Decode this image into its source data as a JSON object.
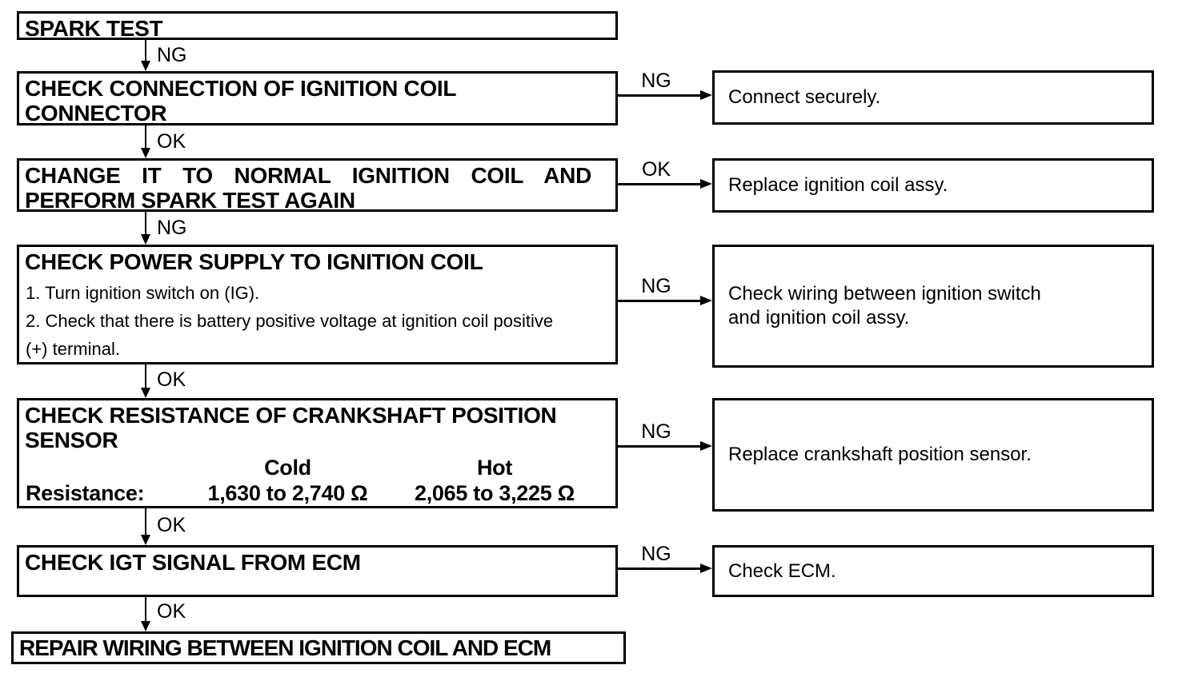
{
  "diagram_title": "SPARK TEST",
  "colors": {
    "line": "#000000",
    "background": "#ffffff",
    "text": "#000000"
  },
  "steps": [
    {
      "title_lines": [
        "SPARK TEST"
      ],
      "down_label": "NG"
    },
    {
      "title_lines": [
        "CHECK CONNECTION OF IGNITION COIL",
        "CONNECTOR"
      ],
      "down_label": "OK",
      "branch": {
        "label": "NG",
        "result_lines": [
          "Connect securely."
        ]
      }
    },
    {
      "title_lines": [
        "CHANGE IT TO NORMAL IGNITION COIL AND",
        "PERFORM SPARK TEST AGAIN"
      ],
      "down_label": "NG",
      "branch": {
        "label": "OK",
        "result_lines": [
          "Replace ignition coil assy."
        ]
      }
    },
    {
      "title_lines": [
        "CHECK POWER SUPPLY TO IGNITION COIL"
      ],
      "body_lines": [
        "1. Turn ignition switch on (IG).",
        "2. Check that there is battery positive voltage at ignition coil positive",
        "(+) terminal."
      ],
      "down_label": "OK",
      "branch": {
        "label": "NG",
        "result_lines": [
          "Check wiring between ignition switch",
          "and ignition coil assy."
        ]
      }
    },
    {
      "title_lines": [
        "CHECK RESISTANCE OF CRANKSHAFT POSITION",
        "SENSOR"
      ],
      "table": {
        "col1_header": "Cold",
        "col2_header": "Hot",
        "row_label": "Resistance:",
        "col1_value": "1,630 to 2,740 Ω",
        "col2_value": "2,065 to 3,225 Ω"
      },
      "down_label": "OK",
      "branch": {
        "label": "NG",
        "result_lines": [
          "Replace crankshaft position sensor."
        ]
      }
    },
    {
      "title_lines": [
        "CHECK IGT SIGNAL FROM ECM"
      ],
      "down_label": "OK",
      "branch": {
        "label": "NG",
        "result_lines": [
          "Check ECM."
        ]
      }
    },
    {
      "title_lines": [
        "REPAIR WIRING BETWEEN IGNITION COIL AND ECM"
      ]
    }
  ]
}
